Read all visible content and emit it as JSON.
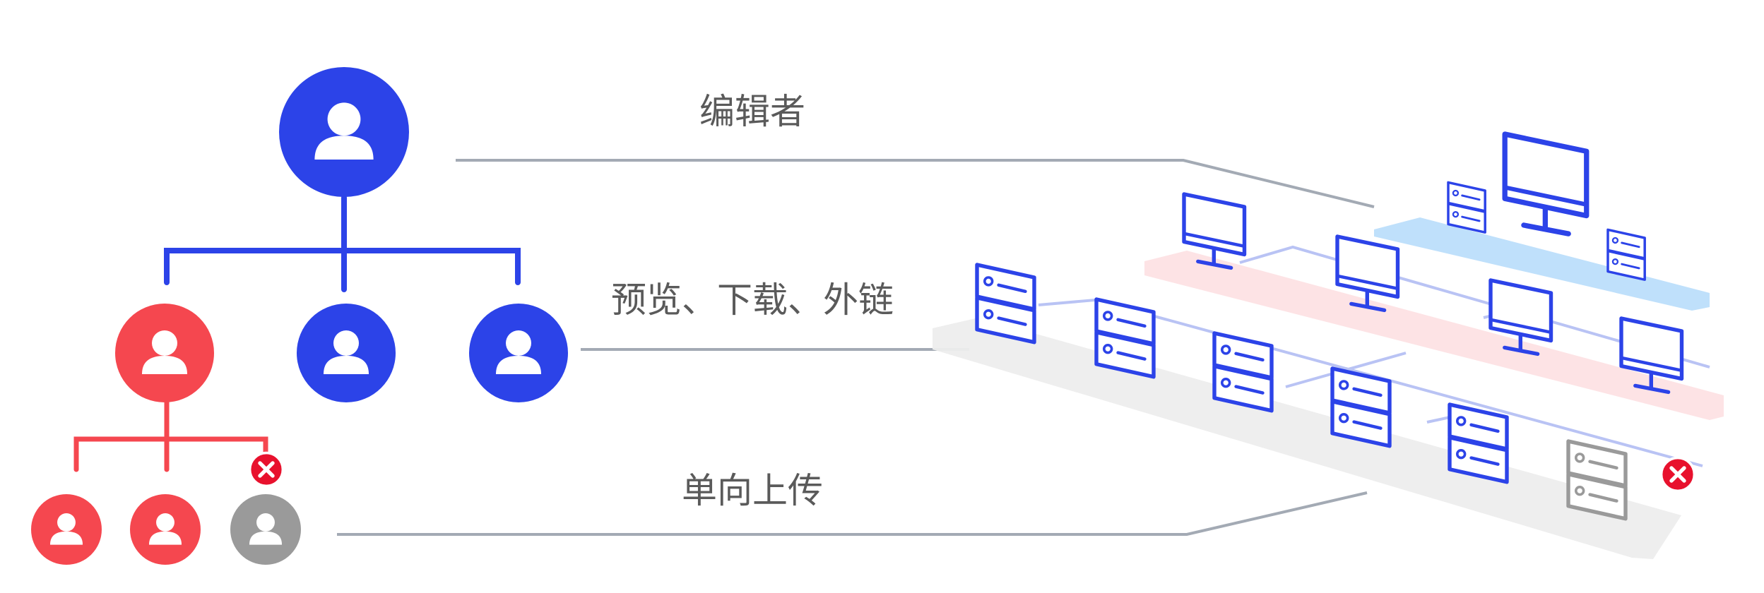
{
  "labels": {
    "editor": "编辑者",
    "preview": "预览、下载、外链",
    "upload": "单向上传"
  },
  "colors": {
    "blue": "#2c43e8",
    "red": "#f5474f",
    "gray": "#9a9a9a",
    "error": "#e8112d",
    "line": "#a3aab4",
    "layer_top": "#bfe0fb",
    "layer_mid": "#fde3e5",
    "layer_bottom": "#ededed"
  },
  "icons": {
    "user": "user-icon",
    "denied": "close-circle-icon",
    "monitor": "monitor-icon",
    "server": "server-icon"
  }
}
